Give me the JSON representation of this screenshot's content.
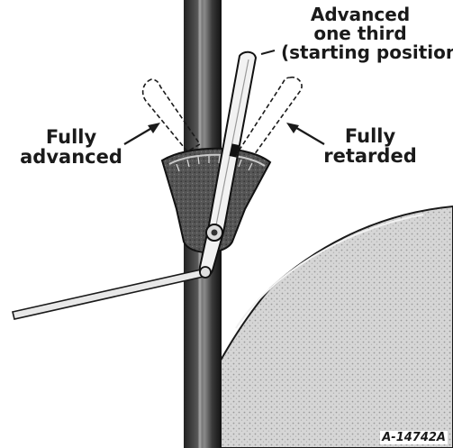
{
  "labels": {
    "advanced_line1": "Advanced",
    "advanced_line2": "one third",
    "advanced_line3": "(starting position)",
    "fully_advanced_line1": "Fully",
    "fully_advanced_line2": "advanced",
    "fully_retarded_line1": "Fully",
    "fully_retarded_line2": "retarded"
  },
  "reference_code": "A-14742A",
  "colors": {
    "ink": "#1a1a1a",
    "sheet_metal": "#d9d9d9",
    "quadrant": "#4a4a4a",
    "lever": "#efefef"
  }
}
